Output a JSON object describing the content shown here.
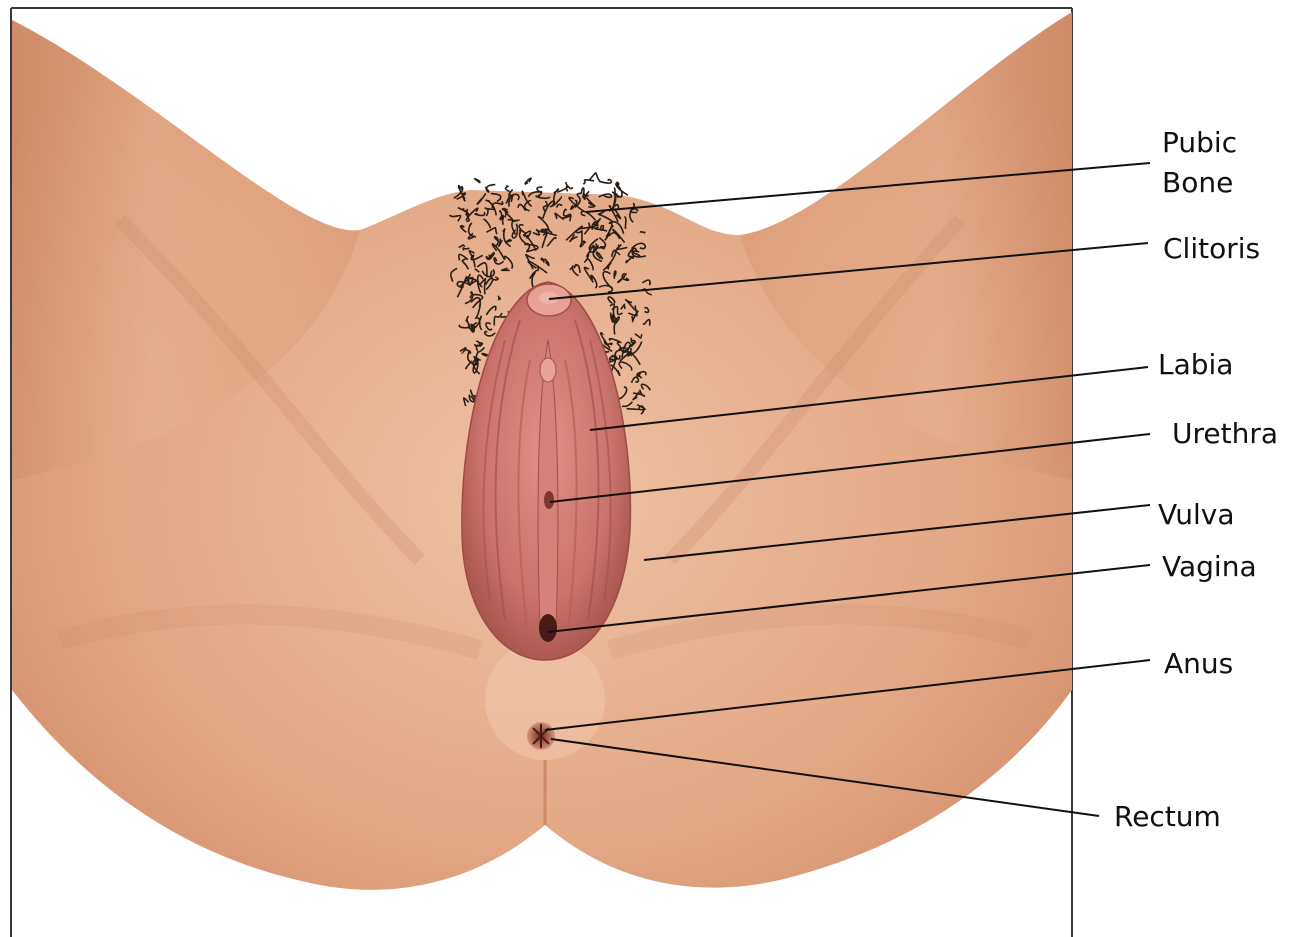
{
  "colors": {
    "skin": "#e0a07e",
    "skin_light": "#efc2a3",
    "skin_shadow": "#c57f5c",
    "labia": "#c06a62",
    "labia_light": "#e29486",
    "labia_dark": "#8e3f3a",
    "hair": "#2a1d14",
    "frame": "#3a3a3a"
  },
  "labels": [
    {
      "id": "pubic-bone",
      "lines": [
        "Pubic",
        "Bone"
      ]
    },
    {
      "id": "clitoris",
      "lines": [
        "Clitoris"
      ]
    },
    {
      "id": "labia",
      "lines": [
        "Labia"
      ]
    },
    {
      "id": "urethra",
      "lines": [
        "Urethra"
      ]
    },
    {
      "id": "vulva",
      "lines": [
        "Vulva"
      ]
    },
    {
      "id": "vagina",
      "lines": [
        "Vagina"
      ]
    },
    {
      "id": "anus",
      "lines": [
        "Anus"
      ]
    },
    {
      "id": "rectum",
      "lines": [
        "Rectum"
      ]
    }
  ]
}
